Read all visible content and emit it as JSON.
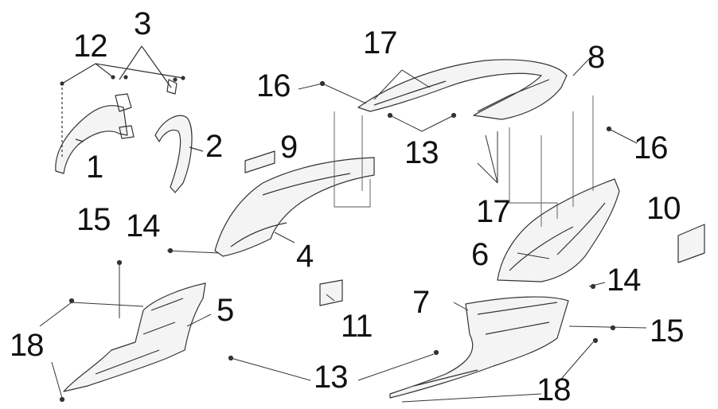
{
  "figure": {
    "type": "exploded parts diagram",
    "line_color": "#333333",
    "part_fill": "#f4f4f4",
    "callouts": {
      "c1": "1",
      "c2": "2",
      "c3": "3",
      "c4": "4",
      "c5": "5",
      "c6": "6",
      "c7": "7",
      "c8": "8",
      "c9": "9",
      "c10": "10",
      "c11": "11",
      "c12": "12",
      "c13a": "13",
      "c13b": "13",
      "c14a": "14",
      "c14b": "14",
      "c15a": "15",
      "c15b": "15",
      "c16a": "16",
      "c16b": "16",
      "c17a": "17",
      "c17b": "17",
      "c18a": "18",
      "c18b": "18"
    }
  }
}
